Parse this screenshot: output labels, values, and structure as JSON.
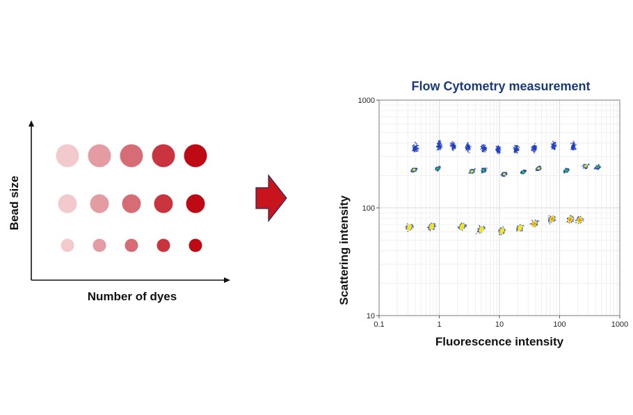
{
  "diagram": {
    "y_axis_label": "Bead size",
    "x_axis_label": "Number of dyes",
    "colors": [
      "#f2c9cd",
      "#e49ca3",
      "#d66d76",
      "#c9343f",
      "#bd0a14"
    ],
    "bead_rows": [
      {
        "size": "large",
        "count": 5
      },
      {
        "size": "medium",
        "count": 5
      },
      {
        "size": "small",
        "count": 5
      }
    ]
  },
  "arrow": {
    "color": "#c8141c",
    "outline": "#2a2a5a"
  },
  "chart": {
    "title": "Flow Cytometry measurement",
    "title_color": "#1a3a7a"
  },
  "chart_data": {
    "type": "scatter",
    "title": "Flow Cytometry measurement",
    "xlabel": "Fluorescence intensity",
    "ylabel": "Scattering intensity",
    "xscale": "log",
    "yscale": "log",
    "xlim": [
      0.1,
      1000
    ],
    "ylim": [
      10,
      1000
    ],
    "xticks": [
      "0.1",
      "1",
      "10",
      "100",
      "1000"
    ],
    "yticks": [
      "10",
      "100",
      "1000"
    ],
    "grid": true,
    "series": [
      {
        "x": [
          0.4,
          1.0,
          1.7,
          3.0,
          5.5,
          9.5,
          19,
          38,
          80,
          170
        ],
        "y": [
          360,
          380,
          375,
          365,
          355,
          345,
          350,
          360,
          375,
          370
        ]
      },
      {
        "x": [
          0.38,
          0.95,
          3.5,
          5.5,
          12,
          25,
          45,
          130,
          270,
          430
        ],
        "y": [
          225,
          232,
          218,
          222,
          205,
          215,
          232,
          222,
          244,
          238
        ]
      },
      {
        "x": [
          0.32,
          0.75,
          2.4,
          5.0,
          11,
          22,
          38,
          75,
          150,
          215
        ],
        "y": [
          66,
          67,
          67,
          63,
          61,
          65,
          71,
          79,
          78,
          77
        ]
      }
    ]
  }
}
